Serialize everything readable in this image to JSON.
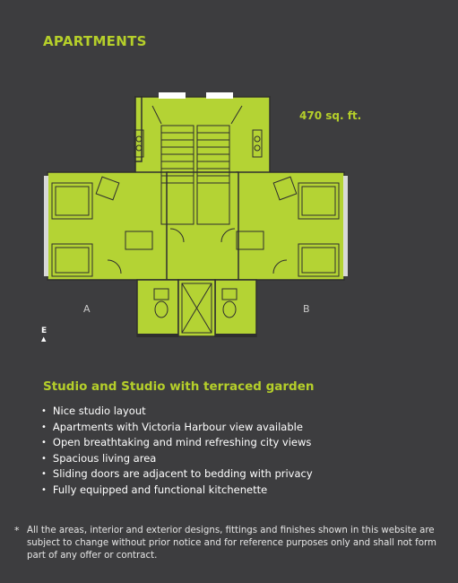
{
  "page": {
    "title": "APARTMENTS",
    "area": "470 sq. ft.",
    "subtitle": "Studio and Studio with terraced garden"
  },
  "floorplan": {
    "unit_a_label": "A",
    "unit_b_label": "B",
    "compass_letter": "E",
    "compass_arrow": "▲"
  },
  "features": [
    "Nice studio layout",
    "Apartments with Victoria Harbour view available",
    "Open breathtaking and mind refreshing city views",
    "Spacious living area",
    "Sliding doors are adjacent to bedding with privacy",
    "Fully equipped and functional kitchenette"
  ],
  "bullet": "•",
  "disclaimer": {
    "mark": "*",
    "text": "All the areas, interior and exterior  designs, fittings and finishes shown in this website are subject to change without prior notice and for reference purposes only and shall not form part of any offer or contract."
  },
  "colors": {
    "background": "#3d3d3f",
    "accent": "#b5cf2a",
    "plan_fill": "#b4d334",
    "plan_line": "#2e2e2e"
  }
}
